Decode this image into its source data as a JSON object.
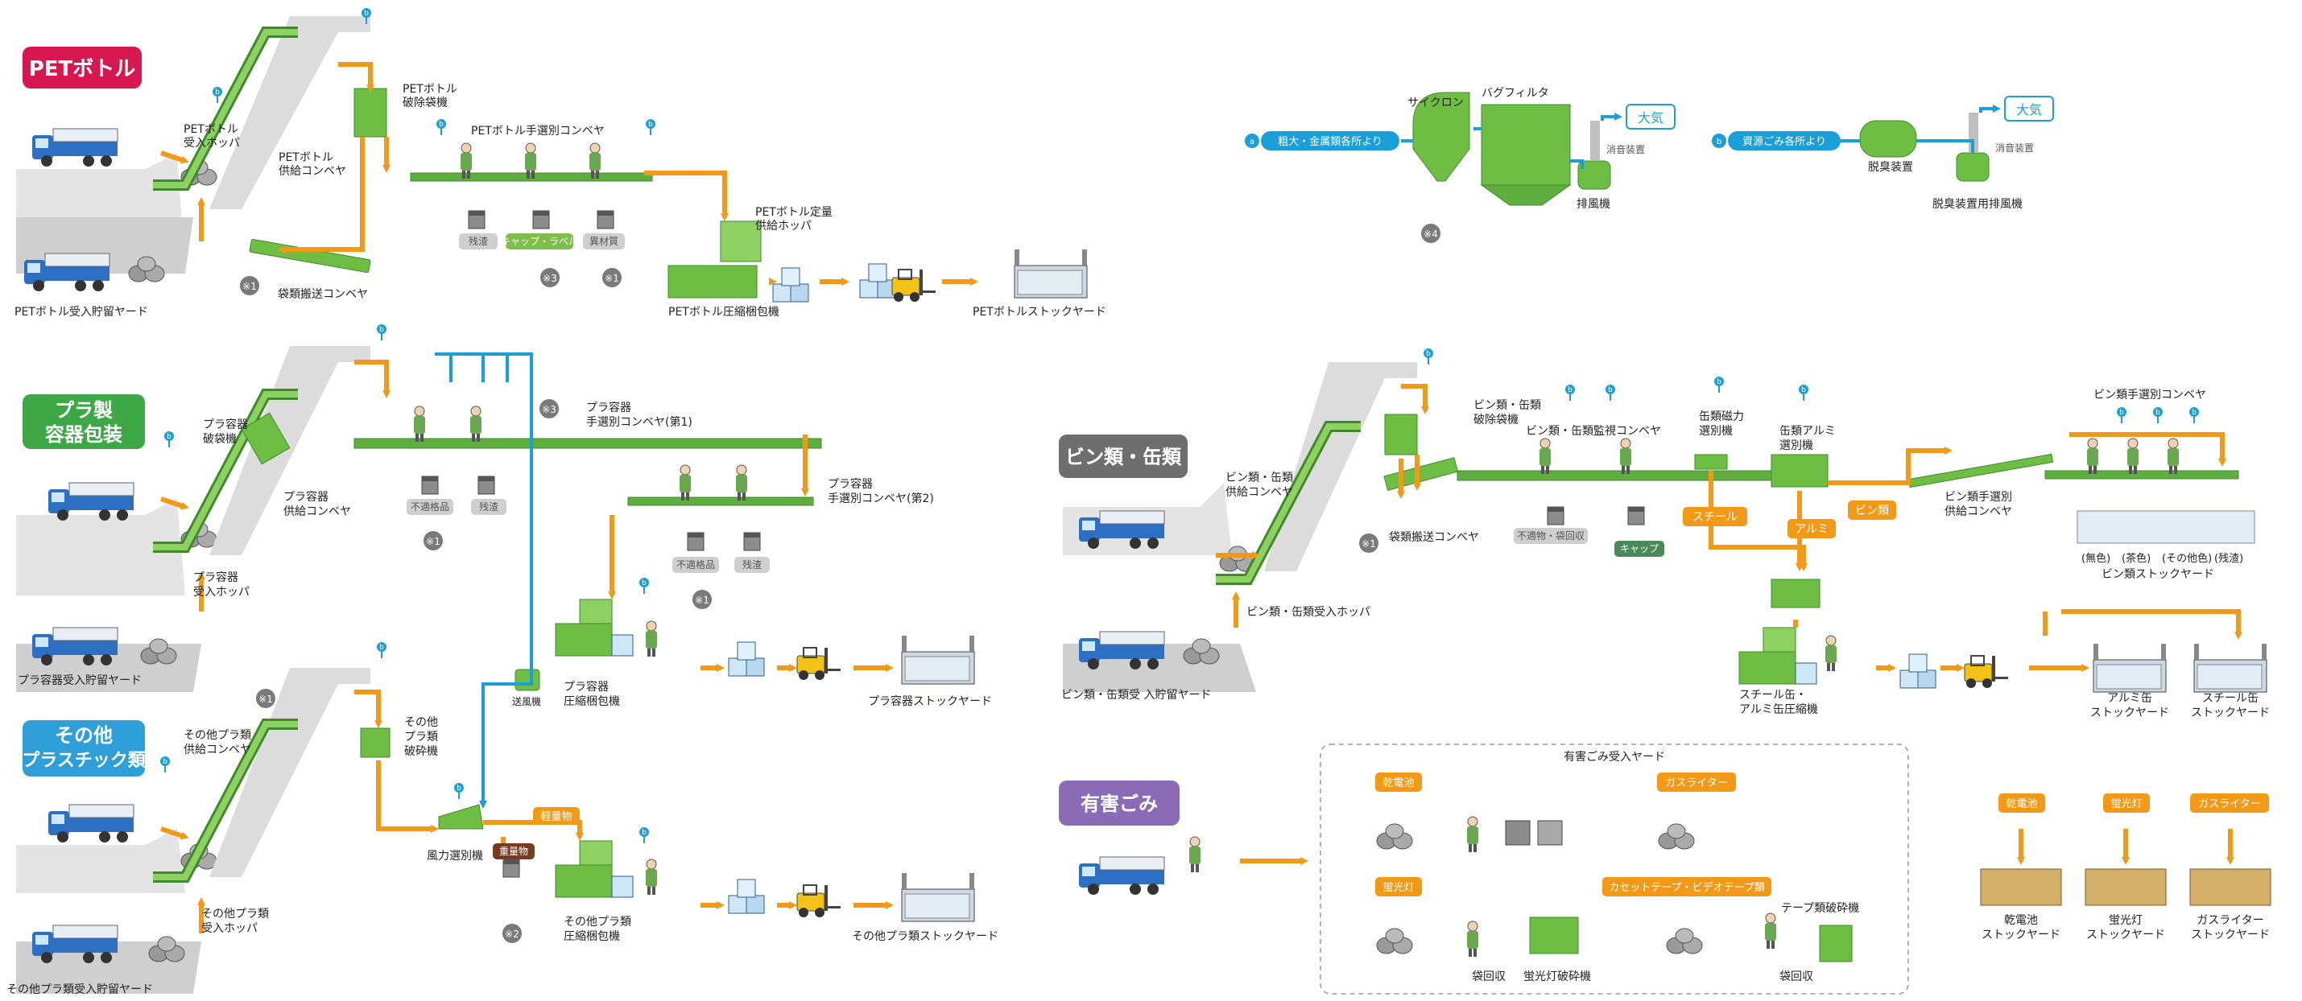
{
  "sections": {
    "pet": "PETボトル",
    "pura": [
      "プラ製",
      "容器包装"
    ],
    "other": [
      "その他",
      "プラスチック類"
    ],
    "bin": "ビン類・缶類",
    "yugai": "有害ごみ"
  },
  "pet": {
    "yard": "PETボトル受入貯留ヤード",
    "hopper": [
      "PETボトル",
      "受入ホッパ"
    ],
    "supply_conveyor": [
      "PETボトル",
      "供給コンベヤ"
    ],
    "bag_breaker": [
      "PETボトル",
      "破除袋機"
    ],
    "sort_conveyor": "PETボトル手選別コンベヤ",
    "bag_conveyor": "袋類搬送コンベヤ",
    "bins": [
      "残渣",
      "キャップ・ラベル",
      "異材質"
    ],
    "bin_marks": [
      "※3",
      "※1"
    ],
    "bag_mark": "※1",
    "fixed_hopper": [
      "PETボトル定量",
      "供給ホッパ"
    ],
    "compressor": "PETボトル圧縮梱包機",
    "stockyard": "PETボトルストックヤード"
  },
  "pura": {
    "yard": "プラ容器受入貯留ヤード",
    "hopper": [
      "プラ容器",
      "受入ホッパ"
    ],
    "supply_conveyor": [
      "プラ容器",
      "供給コンベヤ"
    ],
    "bag_breaker": [
      "プラ容器",
      "破袋機"
    ],
    "sort1": [
      "プラ容器",
      "手選別コンベヤ(第1)"
    ],
    "sort2": [
      "プラ容器",
      "手選別コンベヤ(第2)"
    ],
    "bins1": [
      "不適格品",
      "残渣"
    ],
    "bins2": [
      "不適格品",
      "残渣"
    ],
    "mark3": "※3",
    "mark1": "※1",
    "blower": "送風機",
    "compressor": [
      "プラ容器",
      "圧縮梱包機"
    ],
    "stockyard": "プラ容器ストックヤード"
  },
  "other": {
    "yard": "その他プラ類受入貯留ヤード",
    "hopper": [
      "その他プラ類",
      "受入ホッパ"
    ],
    "supply_conveyor": [
      "その他プラ類",
      "供給コンベヤ"
    ],
    "crusher": [
      "その他",
      "プラ類",
      "破砕機"
    ],
    "wind_sorter": "風力選別機",
    "light": "軽量物",
    "heavy": "重量物",
    "mark1": "※1",
    "mark2": "※2",
    "compressor": [
      "その他プラ類",
      "圧縮梱包機"
    ],
    "stockyard": "その他プラ類ストックヤード"
  },
  "air": {
    "from1": "粗大・金属類各所より",
    "cyclone": "サイクロン",
    "bagfilter": "バグフィルタ",
    "silencer": "消音装置",
    "exhaust": "排風機",
    "atmos": "大気",
    "mark4": "※4",
    "from2": "資源ごみ各所より",
    "deodorizer": "脱臭装置",
    "deo_fan": "脱臭装置用排風機",
    "atmos2": "大気",
    "silencer2": "消音装置",
    "b": "b",
    "a": "a"
  },
  "bin": {
    "yard": "ビン類・缶類受 入貯留ヤード",
    "hopper": "ビン類・缶類受入ホッパ",
    "supply_conveyor": [
      "ビン類・缶類",
      "供給コンベヤ"
    ],
    "bag_breaker": [
      "ビン類・缶類",
      "破除袋機"
    ],
    "monitor": "ビン類・缶類監視コンベヤ",
    "bag_conveyor": "袋類搬送コンベヤ",
    "mark1": "※1",
    "bins": [
      "不適物・袋回収",
      "キャップ"
    ],
    "magnet": [
      "缶類磁力",
      "選別機"
    ],
    "alum": [
      "缶類アルミ",
      "選別機"
    ],
    "steel_tag": "スチール",
    "alum_tag": "アルミ",
    "bin_tag": "ビン類",
    "glass_supply": [
      "ビン類手選別",
      "供給コンベヤ"
    ],
    "glass_sort": "ビン類手選別コンベヤ",
    "colors": [
      "(無色)",
      "(茶色)",
      "(その他色)",
      "(残渣)"
    ],
    "glass_stock": "ビン類ストックヤード",
    "can_press": [
      "スチール缶・",
      "アルミ缶圧縮機"
    ],
    "alum_stock": [
      "アルミ缶",
      "ストックヤード"
    ],
    "steel_stock": [
      "スチール缶",
      "ストックヤード"
    ]
  },
  "haz": {
    "title": "有害ごみ受入ヤード",
    "battery": "乾電池",
    "fluor": "蛍光灯",
    "lighter": "ガスライター",
    "tape": "カセットテープ・ビデオテープ類",
    "tape_crusher": "テープ類破砕機",
    "bag_collect1": "袋回収",
    "fluor_crusher": "蛍光灯破砕機",
    "bag_collect2": "袋回収",
    "stocks": [
      [
        "乾電池",
        "ストックヤード"
      ],
      [
        "蛍光灯",
        "ストックヤード"
      ],
      [
        "ガスライター",
        "ストックヤード"
      ]
    ],
    "stock_tags": [
      "乾電池",
      "蛍光灯",
      "ガスライター"
    ]
  },
  "colors": {
    "orange": "#f29a18",
    "green": "#5fae3f",
    "dark_green": "#3f8a2c",
    "blue": "#1a9fd8",
    "gray": "#9a9a9a",
    "red": "#d7174f",
    "purple": "#8a6bb5",
    "teal": "#2e9fb8"
  }
}
